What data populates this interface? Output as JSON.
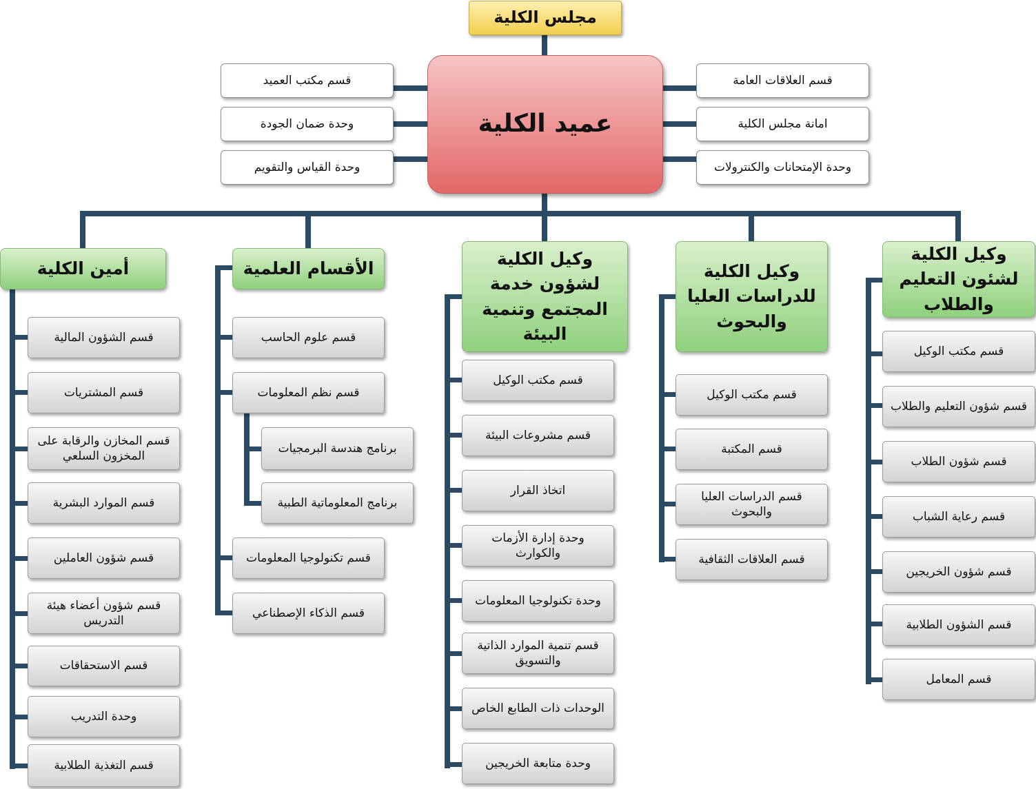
{
  "council": "مجلس الكلية",
  "dean": "عميد الكلية",
  "dean_left_units": [
    "قسم مكتب العميد",
    "وحدة ضمان الجودة",
    "وحدة القياس والتقويم"
  ],
  "dean_right_units": [
    "قسم العلاقات العامة",
    "امانة مجلس الكلية",
    "وحدة الإمتحانات والكنترولات"
  ],
  "columns": [
    {
      "head": "أمين الكلية",
      "items": [
        "قسم الشؤون المالية",
        "قسم المشتريات",
        "قسم المخازن والرقابة على المخزون السلعي",
        "قسم الموارد البشرية",
        "قسم شؤون العاملين",
        "قسم شؤون أعضاء هيئة التدريس",
        "قسم الاستحقاقات",
        "وحدة التدريب",
        "قسم التغذية الطلابية"
      ]
    },
    {
      "head": "الأقسام العلمية",
      "items": [
        "قسم علوم الحاسب",
        "قسم نظم المعلومات",
        "قسم تكنولوجيا المعلومات",
        "قسم الذكاء الإصطناعي"
      ],
      "programs": [
        "برنامج هندسة البرمجيات",
        "برنامج المعلوماتية الطبية"
      ]
    },
    {
      "head": "وكيل الكلية لشؤون خدمة المجتمع وتنمية البيئة",
      "items": [
        "قسم مكتب الوكيل",
        "قسم مشروعات البيئة",
        "اتخاذ القرار",
        "وحدة إدارة الأزمات والكوارث",
        "وحدة تكنولوجيا المعلومات",
        "قسم تنمية الموارد الذاتية والتسويق",
        "الوحدات ذات الطابع الخاص",
        "وحدة متابعة الخريجين"
      ]
    },
    {
      "head": "وكيل الكلية للدراسات العليا والبحوث",
      "items": [
        "قسم مكتب الوكيل",
        "قسم المكتبة",
        "قسم الدراسات العليا والبحوث",
        "قسم العلاقات الثقافية"
      ]
    },
    {
      "head": "وكيل الكلية لشئون التعليم والطلاب",
      "items": [
        "قسم مكتب الوكيل",
        "قسم شؤون التعليم والطلاب",
        "قسم شؤون الطلاب",
        "قسم رعاية الشباب",
        "قسم شؤون الخريجين",
        "قسم الشؤون الطلابية",
        "قسم المعامل"
      ]
    }
  ]
}
